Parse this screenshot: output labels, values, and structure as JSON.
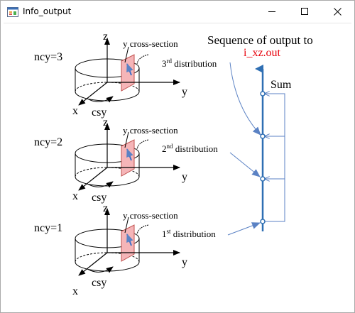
{
  "window": {
    "title": "Info_output",
    "icon": "form-window-icon",
    "controls": [
      "minimize-icon",
      "maximize-icon",
      "close-icon"
    ]
  },
  "diagram": {
    "header_line1": "Sequence of output to",
    "header_line2": "i_xz.out",
    "sum_label": "Sum",
    "panels": [
      {
        "ncy": "ncy=3",
        "cross_section": "y cross-section",
        "dist_num": "3",
        "dist_sup": "rd",
        "dist_word": " distribution"
      },
      {
        "ncy": "ncy=2",
        "cross_section": "y cross-section",
        "dist_num": "2",
        "dist_sup": "nd",
        "dist_word": " distribution"
      },
      {
        "ncy": "ncy=1",
        "cross_section": "y cross-section",
        "dist_num": "1",
        "dist_sup": "st",
        "dist_word": " distribution"
      }
    ],
    "axis_z": "z",
    "axis_y": "y",
    "axis_x": "x",
    "axis_csy": "csy",
    "colors": {
      "axis_blue": "#2f6fb3",
      "pointer_blue": "#5b82c4",
      "output_red": "#e8000b",
      "section_fill": "#f5b5b8",
      "section_stroke": "#c0504d"
    }
  }
}
